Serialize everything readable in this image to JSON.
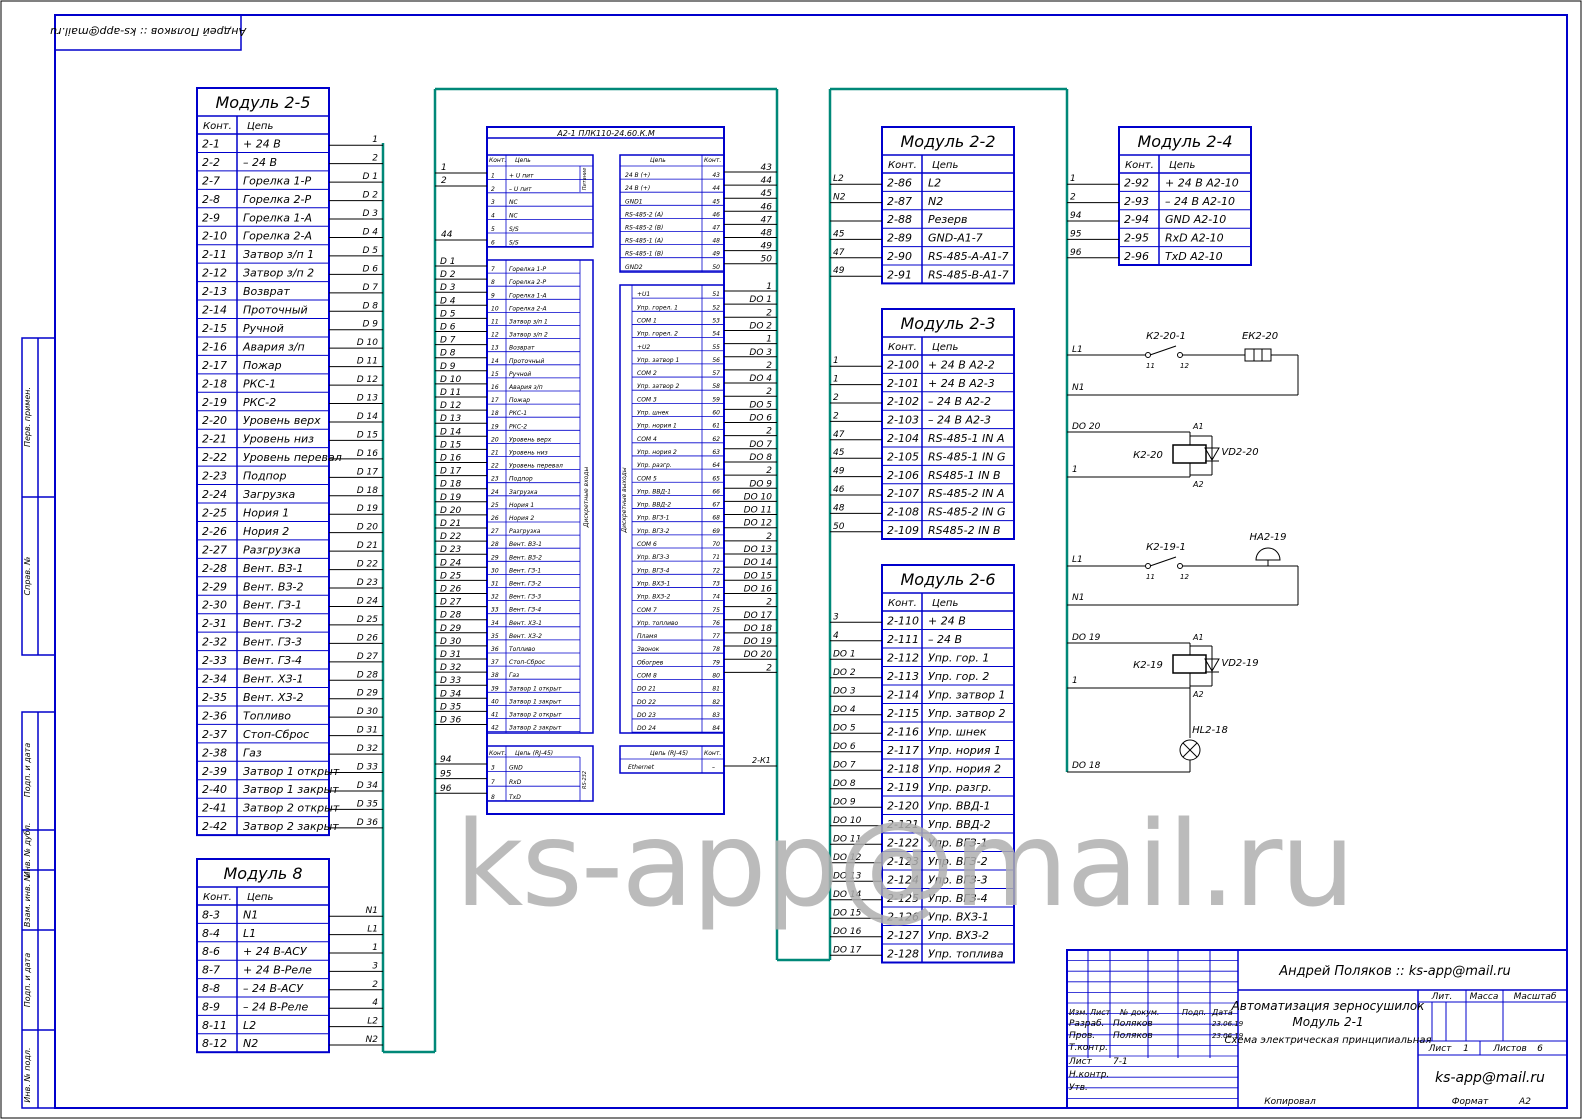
{
  "author_stamp": "Андрей Поляков :: ks-app@mail.ru",
  "watermark": "ks-app@mail.ru",
  "margin_labels": [
    "Инв. № подл.",
    "Подп. и дата",
    "Взам. инв. №",
    "Инв. № дубл.",
    "Подп. и дата",
    "Справ. №",
    "Перв. примен."
  ],
  "module_2_5": {
    "title": "Модуль 2-5",
    "col_contact": "Конт.",
    "col_circuit": "Цепь",
    "rows": [
      [
        "2-1",
        "+ 24 В",
        "1"
      ],
      [
        "2-2",
        "– 24 В",
        "2"
      ],
      [
        "2-7",
        "Горелка 1-Р",
        "D 1"
      ],
      [
        "2-8",
        "Горелка 2-Р",
        "D 2"
      ],
      [
        "2-9",
        "Горелка 1-А",
        "D 3"
      ],
      [
        "2-10",
        "Горелка 2-А",
        "D 4"
      ],
      [
        "2-11",
        "Затвор з/п 1",
        "D 5"
      ],
      [
        "2-12",
        "Затвор з/п 2",
        "D 6"
      ],
      [
        "2-13",
        "Возврат",
        "D 7"
      ],
      [
        "2-14",
        "Проточный",
        "D 8"
      ],
      [
        "2-15",
        "Ручной",
        "D 9"
      ],
      [
        "2-16",
        "Авария з/п",
        "D 10"
      ],
      [
        "2-17",
        "Пожар",
        "D 11"
      ],
      [
        "2-18",
        "РКС-1",
        "D 12"
      ],
      [
        "2-19",
        "РКС-2",
        "D 13"
      ],
      [
        "2-20",
        "Уровень верх",
        "D 14"
      ],
      [
        "2-21",
        "Уровень низ",
        "D 15"
      ],
      [
        "2-22",
        "Уровень перевал",
        "D 16"
      ],
      [
        "2-23",
        "Подпор",
        "D 17"
      ],
      [
        "2-24",
        "Загрузка",
        "D 18"
      ],
      [
        "2-25",
        "Нория 1",
        "D 19"
      ],
      [
        "2-26",
        "Нория 2",
        "D 20"
      ],
      [
        "2-27",
        "Разгрузка",
        "D 21"
      ],
      [
        "2-28",
        "Вент. ВЗ-1",
        "D 22"
      ],
      [
        "2-29",
        "Вент. ВЗ-2",
        "D 23"
      ],
      [
        "2-30",
        "Вент. ГЗ-1",
        "D 24"
      ],
      [
        "2-31",
        "Вент. ГЗ-2",
        "D 25"
      ],
      [
        "2-32",
        "Вент. ГЗ-3",
        "D 26"
      ],
      [
        "2-33",
        "Вент. ГЗ-4",
        "D 27"
      ],
      [
        "2-34",
        "Вент. ХЗ-1",
        "D 28"
      ],
      [
        "2-35",
        "Вент. ХЗ-2",
        "D 29"
      ],
      [
        "2-36",
        "Топливо",
        "D 30"
      ],
      [
        "2-37",
        "Стоп-Сброс",
        "D 31"
      ],
      [
        "2-38",
        "Газ",
        "D 32"
      ],
      [
        "2-39",
        "Затвор 1 открыт",
        "D 33"
      ],
      [
        "2-40",
        "Затвор 1 закрыт",
        "D 34"
      ],
      [
        "2-41",
        "Затвор 2 открыт",
        "D 35"
      ],
      [
        "2-42",
        "Затвор 2 закрыт",
        "D 36"
      ]
    ]
  },
  "module_8": {
    "title": "Модуль 8",
    "col_contact": "Конт.",
    "col_circuit": "Цепь",
    "rows": [
      [
        "8-3",
        "N1",
        "N1"
      ],
      [
        "8-4",
        "L1",
        "L1"
      ],
      [
        "8-6",
        "+ 24 В-АСУ",
        "1"
      ],
      [
        "8-7",
        "+ 24 В-Реле",
        "3"
      ],
      [
        "8-8",
        "– 24 В-АСУ",
        "2"
      ],
      [
        "8-9",
        "– 24 В-Реле",
        "4"
      ],
      [
        "8-11",
        "L2",
        "L2"
      ],
      [
        "8-12",
        "N2",
        "N2"
      ]
    ]
  },
  "plc": {
    "title": "А2-1 ПЛК110-24.60.К.М",
    "col_contact": "Конт.",
    "col_circuit": "Цепь",
    "power_label": "Питание",
    "din_label": "Дискретные входы",
    "dout_label": "Дискретные выходы",
    "rs_label": "RS-232",
    "eth_col": "Цепь (RJ-45)",
    "left_wires_power": [
      "1",
      "2",
      "",
      "",
      "",
      ""
    ],
    "left_power": [
      [
        "1",
        "+ U пит"
      ],
      [
        "2",
        "– U пит"
      ],
      [
        "3",
        "NC"
      ],
      [
        "4",
        "NC"
      ],
      [
        "5",
        "S/S"
      ],
      [
        "6",
        "S/S"
      ]
    ],
    "left_din": [
      [
        "7",
        "Горелка 1-Р"
      ],
      [
        "8",
        "Горелка 2-Р"
      ],
      [
        "9",
        "Горелка 1-А"
      ],
      [
        "10",
        "Горелка 2-А"
      ],
      [
        "11",
        "Затвор з/п 1"
      ],
      [
        "12",
        "Затвор з/п 2"
      ],
      [
        "13",
        "Возврат"
      ],
      [
        "14",
        "Проточный"
      ],
      [
        "15",
        "Ручной"
      ],
      [
        "16",
        "Авария з/п"
      ],
      [
        "17",
        "Пожар"
      ],
      [
        "18",
        "РКС-1"
      ],
      [
        "19",
        "РКС-2"
      ],
      [
        "20",
        "Уровень верх"
      ],
      [
        "21",
        "Уровень низ"
      ],
      [
        "22",
        "Уровень перевал"
      ],
      [
        "23",
        "Подпор"
      ],
      [
        "24",
        "Загрузка"
      ],
      [
        "25",
        "Нория 1"
      ],
      [
        "26",
        "Нория 2"
      ],
      [
        "27",
        "Разгрузка"
      ],
      [
        "28",
        "Вент. ВЗ-1"
      ],
      [
        "29",
        "Вент. ВЗ-2"
      ],
      [
        "30",
        "Вент. ГЗ-1"
      ],
      [
        "31",
        "Вент. ГЗ-2"
      ],
      [
        "32",
        "Вент. ГЗ-3"
      ],
      [
        "33",
        "Вент. ГЗ-4"
      ],
      [
        "34",
        "Вент. ХЗ-1"
      ],
      [
        "35",
        "Вент. ХЗ-2"
      ],
      [
        "36",
        "Топливо"
      ],
      [
        "37",
        "Стоп-Сброс"
      ],
      [
        "38",
        "Газ"
      ],
      [
        "39",
        "Затвор 1 открыт"
      ],
      [
        "40",
        "Затвор 1 закрыт"
      ],
      [
        "41",
        "Затвор 2 открыт"
      ],
      [
        "42",
        "Затвор 2 закрыт"
      ]
    ],
    "left_din_wires": [
      "D 1",
      "D 2",
      "D 3",
      "D 4",
      "D 5",
      "D 6",
      "D 7",
      "D 8",
      "D 9",
      "D 10",
      "D 11",
      "D 12",
      "D 13",
      "D 14",
      "D 15",
      "D 16",
      "D 17",
      "D 18",
      "D 19",
      "D 20",
      "D 21",
      "D 22",
      "D 23",
      "D 24",
      "D 25",
      "D 26",
      "D 27",
      "D 28",
      "D 29",
      "D 30",
      "D 31",
      "D 32",
      "D 33",
      "D 34",
      "D 35",
      "D 36"
    ],
    "power_wire_44": "44",
    "left_rs": [
      [
        "3",
        "GND"
      ],
      [
        "7",
        "RxD"
      ],
      [
        "8",
        "TxD"
      ]
    ],
    "left_rs_wires": [
      "94",
      "95",
      "96"
    ],
    "right_power": [
      [
        "24 В (+)",
        "43"
      ],
      [
        "24 В (+)",
        "44"
      ],
      [
        "GND1",
        "45"
      ],
      [
        "RS-485-2 (A)",
        "46"
      ],
      [
        "RS-485-2 (B)",
        "47"
      ],
      [
        "RS-485-1 (A)",
        "48"
      ],
      [
        "RS-485-1 (B)",
        "49"
      ],
      [
        "GND2",
        "50"
      ]
    ],
    "right_power_wires": [
      "43",
      "44",
      "45",
      "46",
      "47",
      "48",
      "49",
      "50"
    ],
    "right_dout": [
      [
        "+U1",
        "51"
      ],
      [
        "Упр. горел. 1",
        "52"
      ],
      [
        "COM 1",
        "53"
      ],
      [
        "Упр. горел. 2",
        "54"
      ],
      [
        "+U2",
        "55"
      ],
      [
        "Упр. затвор 1",
        "56"
      ],
      [
        "COM 2",
        "57"
      ],
      [
        "Упр. затвор 2",
        "58"
      ],
      [
        "COM 3",
        "59"
      ],
      [
        "Упр. шнек",
        "60"
      ],
      [
        "Упр. нория 1",
        "61"
      ],
      [
        "COM 4",
        "62"
      ],
      [
        "Упр. нория 2",
        "63"
      ],
      [
        "Упр. разгр.",
        "64"
      ],
      [
        "COM 5",
        "65"
      ],
      [
        "Упр. ВВД-1",
        "66"
      ],
      [
        "Упр. ВВД-2",
        "67"
      ],
      [
        "Упр. ВГЗ-1",
        "68"
      ],
      [
        "Упр. ВГЗ-2",
        "69"
      ],
      [
        "COM 6",
        "70"
      ],
      [
        "Упр. ВГЗ-3",
        "71"
      ],
      [
        "Упр. ВГЗ-4",
        "72"
      ],
      [
        "Упр. ВХЗ-1",
        "73"
      ],
      [
        "Упр. ВХЗ-2",
        "74"
      ],
      [
        "COM 7",
        "75"
      ],
      [
        "Упр. топливо",
        "76"
      ],
      [
        "Пламя",
        "77"
      ],
      [
        "Звонок",
        "78"
      ],
      [
        "Обогрев",
        "79"
      ],
      [
        "COM 8",
        "80"
      ],
      [
        "DO 21",
        "81"
      ],
      [
        "DO 22",
        "82"
      ],
      [
        "DO 23",
        "83"
      ],
      [
        "DO 24",
        "84"
      ]
    ],
    "right_dout_wires": [
      "1",
      "DO 1",
      "2",
      "DO 2",
      "1",
      "DO 3",
      "2",
      "DO 4",
      "2",
      "DO 5",
      "DO 6",
      "2",
      "DO 7",
      "DO 8",
      "2",
      "DO 9",
      "DO 10",
      "DO 11",
      "DO 12",
      "2",
      "DO 13",
      "DO 14",
      "DO 15",
      "DO 16",
      "2",
      "DO 17",
      "DO 18",
      "DO 19",
      "DO 20",
      "2"
    ],
    "right_eth": [
      "Ethernet",
      "–"
    ],
    "eth_wire": "2-К1"
  },
  "module_2_2": {
    "title": "Модуль 2-2",
    "col_contact": "Конт.",
    "col_circuit": "Цепь",
    "rows": [
      [
        "2-86",
        "L2",
        "L2"
      ],
      [
        "2-87",
        "N2",
        "N2"
      ],
      [
        "2-88",
        "Резерв",
        ""
      ],
      [
        "2-89",
        "GND-А1-7",
        "45"
      ],
      [
        "2-90",
        "RS-485-А-А1-7",
        "47"
      ],
      [
        "2-91",
        "RS-485-В-А1-7",
        "49"
      ]
    ]
  },
  "module_2_3": {
    "title": "Модуль 2-3",
    "col_contact": "Конт.",
    "col_circuit": "Цепь",
    "rows": [
      [
        "2-100",
        "+ 24 В А2-2",
        "1"
      ],
      [
        "2-101",
        "+ 24 В А2-3",
        "1"
      ],
      [
        "2-102",
        "– 24 В А2-2",
        "2"
      ],
      [
        "2-103",
        "– 24 В А2-3",
        "2"
      ],
      [
        "2-104",
        "RS-485-1 IN A",
        "47"
      ],
      [
        "2-105",
        "RS-485-1 IN G",
        "45"
      ],
      [
        "2-106",
        "RS485-1 IN B",
        "49"
      ],
      [
        "2-107",
        "RS-485-2 IN A",
        "46"
      ],
      [
        "2-108",
        "RS-485-2 IN G",
        "48"
      ],
      [
        "2-109",
        "RS485-2 IN B",
        "50"
      ]
    ]
  },
  "module_2_4": {
    "title": "Модуль 2-4",
    "col_contact": "Конт.",
    "col_circuit": "Цепь",
    "rows": [
      [
        "2-92",
        "+ 24 В А2-10",
        "1"
      ],
      [
        "2-93",
        "– 24 В А2-10",
        "2"
      ],
      [
        "2-94",
        "GND А2-10",
        "94"
      ],
      [
        "2-95",
        "RxD А2-10",
        "95"
      ],
      [
        "2-96",
        "TxD А2-10",
        "96"
      ]
    ]
  },
  "module_2_6": {
    "title": "Модуль 2-6",
    "col_contact": "Конт.",
    "col_circuit": "Цепь",
    "rows": [
      [
        "2-110",
        "+ 24 В",
        "3"
      ],
      [
        "2-111",
        "– 24 В",
        "4"
      ],
      [
        "2-112",
        "Упр. гор. 1",
        "DO 1"
      ],
      [
        "2-113",
        "Упр. гор. 2",
        "DO 2"
      ],
      [
        "2-114",
        "Упр. затвор 1",
        "DO 3"
      ],
      [
        "2-115",
        "Упр. затвор 2",
        "DO 4"
      ],
      [
        "2-116",
        "Упр. шнек",
        "DO 5"
      ],
      [
        "2-117",
        "Упр. нория 1",
        "DO 6"
      ],
      [
        "2-118",
        "Упр. нория 2",
        "DO 7"
      ],
      [
        "2-119",
        "Упр. разгр.",
        "DO 8"
      ],
      [
        "2-120",
        "Упр. ВВД-1",
        "DO 9"
      ],
      [
        "2-121",
        "Упр. ВВД-2",
        "DO 10"
      ],
      [
        "2-122",
        "Упр. ВГЗ-1",
        "DO 11"
      ],
      [
        "2-123",
        "Упр. ВГЗ-2",
        "DO 12"
      ],
      [
        "2-124",
        "Упр. ВГЗ-3",
        "DO 13"
      ],
      [
        "2-125",
        "Упр. ВГЗ-4",
        "DO 14"
      ],
      [
        "2-126",
        "Упр. ВХЗ-1",
        "DO 15"
      ],
      [
        "2-127",
        "Упр. ВХЗ-2",
        "DO 16"
      ],
      [
        "2-128",
        "Упр. топлива",
        "DO 17"
      ]
    ]
  },
  "circuits": {
    "k2_20_contact": "К2-20-1",
    "ek": "ЕК2-20",
    "k2_20_coil": "К2-20",
    "vd2_20": "VD2-20",
    "k2_19_contact": "К2-19-1",
    "ha": "НА2-19",
    "k2_19_coil": "К2-19",
    "vd2_19": "VD2-19",
    "hl": "HL2-18",
    "a1": "А1",
    "a2": "А2",
    "pin11": "11",
    "pin12": "12",
    "w_L1": "L1",
    "w_N1": "N1",
    "w_DO20": "DO 20",
    "w_DO19": "DO 19",
    "w_DO18": "DO 18",
    "w_1": "1"
  },
  "title_block": {
    "author": "Андрей Поляков :: ks-app@mail.ru",
    "title1": "Автоматизация зерносушилок",
    "title2": "Модуль 2-1",
    "title3": "Схема электрическая принципиальная",
    "col_izm": "Изм.",
    "col_list": "Лист",
    "col_doc": "№ докум.",
    "col_podp": "Подп.",
    "col_data": "Дата",
    "razrab": "Разраб.",
    "prov": "Пров.",
    "tkontr": "Т.контр.",
    "nkontr": "Н.контр.",
    "utv": "Утв.",
    "list_val": "7-1",
    "name1": "Поляков",
    "name2": "Поляков",
    "date1": "23.06.19",
    "date2": "23.06.19",
    "lit": "Лит.",
    "massa": "Масса",
    "masshtab": "Масштаб",
    "sheet_label": "Лист",
    "sheet_val": "1",
    "sheets_label": "Листов",
    "sheets_val": "6",
    "org": "ks-app@mail.ru",
    "copied": "Копировал",
    "format": "Формат",
    "format_val": "А2"
  },
  "colors": {
    "frame": "#0000cc",
    "bus": "#008878",
    "ink": "#000000"
  }
}
